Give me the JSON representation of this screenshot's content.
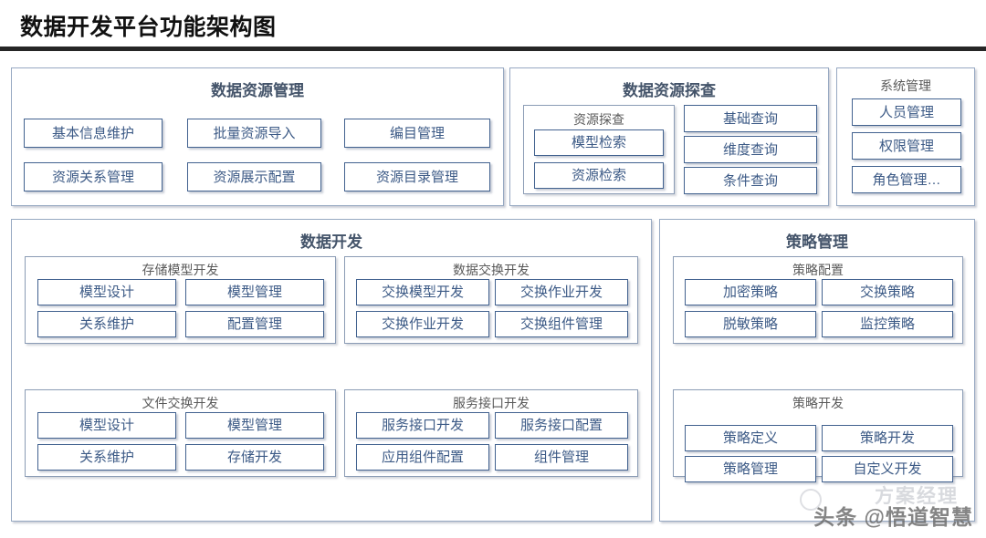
{
  "title": "数据开发平台功能架构图",
  "watermark": {
    "main": "头条 @悟道智慧",
    "ghost": "方案经理",
    "badge_icon": "smiley-circle-icon"
  },
  "sections": [
    {
      "id": "data-resource-management",
      "title": "数据资源管理",
      "items": [
        "基本信息维护",
        "批量资源导入",
        "编目管理",
        "资源关系管理",
        "资源展示配置",
        "资源目录管理"
      ]
    },
    {
      "id": "data-resource-exploration",
      "title": "数据资源探查",
      "subgroups": [
        {
          "id": "resource-exploration",
          "title": "资源探查",
          "items": [
            "模型检索",
            "资源检索"
          ]
        }
      ],
      "items": [
        "基础查询",
        "维度查询",
        "条件查询"
      ]
    },
    {
      "id": "system-management",
      "title": "系统管理",
      "items": [
        "人员管理",
        "权限管理",
        "角色管理…"
      ]
    },
    {
      "id": "data-development",
      "title": "数据开发",
      "subgroups": [
        {
          "id": "storage-model-development",
          "title": "存储模型开发",
          "items": [
            "模型设计",
            "模型管理",
            "关系维护",
            "配置管理"
          ]
        },
        {
          "id": "data-exchange-development",
          "title": "数据交换开发",
          "items": [
            "交换模型开发",
            "交换作业开发",
            "交换作业开发",
            "交换组件管理"
          ]
        },
        {
          "id": "file-exchange-development",
          "title": "文件交换开发",
          "items": [
            "模型设计",
            "模型管理",
            "关系维护",
            "存储开发"
          ]
        },
        {
          "id": "service-interface-development",
          "title": "服务接口开发",
          "items": [
            "服务接口开发",
            "服务接口配置",
            "应用组件配置",
            "组件管理"
          ]
        }
      ]
    },
    {
      "id": "policy-management",
      "title": "策略管理",
      "subgroups": [
        {
          "id": "policy-configuration",
          "title": "策略配置",
          "items": [
            "加密策略",
            "交换策略",
            "脱敏策略",
            "监控策略"
          ]
        },
        {
          "id": "policy-development",
          "title": "策略开发",
          "items": [
            "策略定义",
            "策略开发",
            "策略管理",
            "自定义开发"
          ]
        }
      ]
    }
  ],
  "colors": {
    "title_text": "#111111",
    "rule": "#262626",
    "panel_border": "#97a9c2",
    "subgroup_border": "#8b9cb5",
    "item_border": "#42628f",
    "item_text": "#3c5a86",
    "section_title_text": "#44546a",
    "subgroup_title_text": "#5a5a5a"
  }
}
